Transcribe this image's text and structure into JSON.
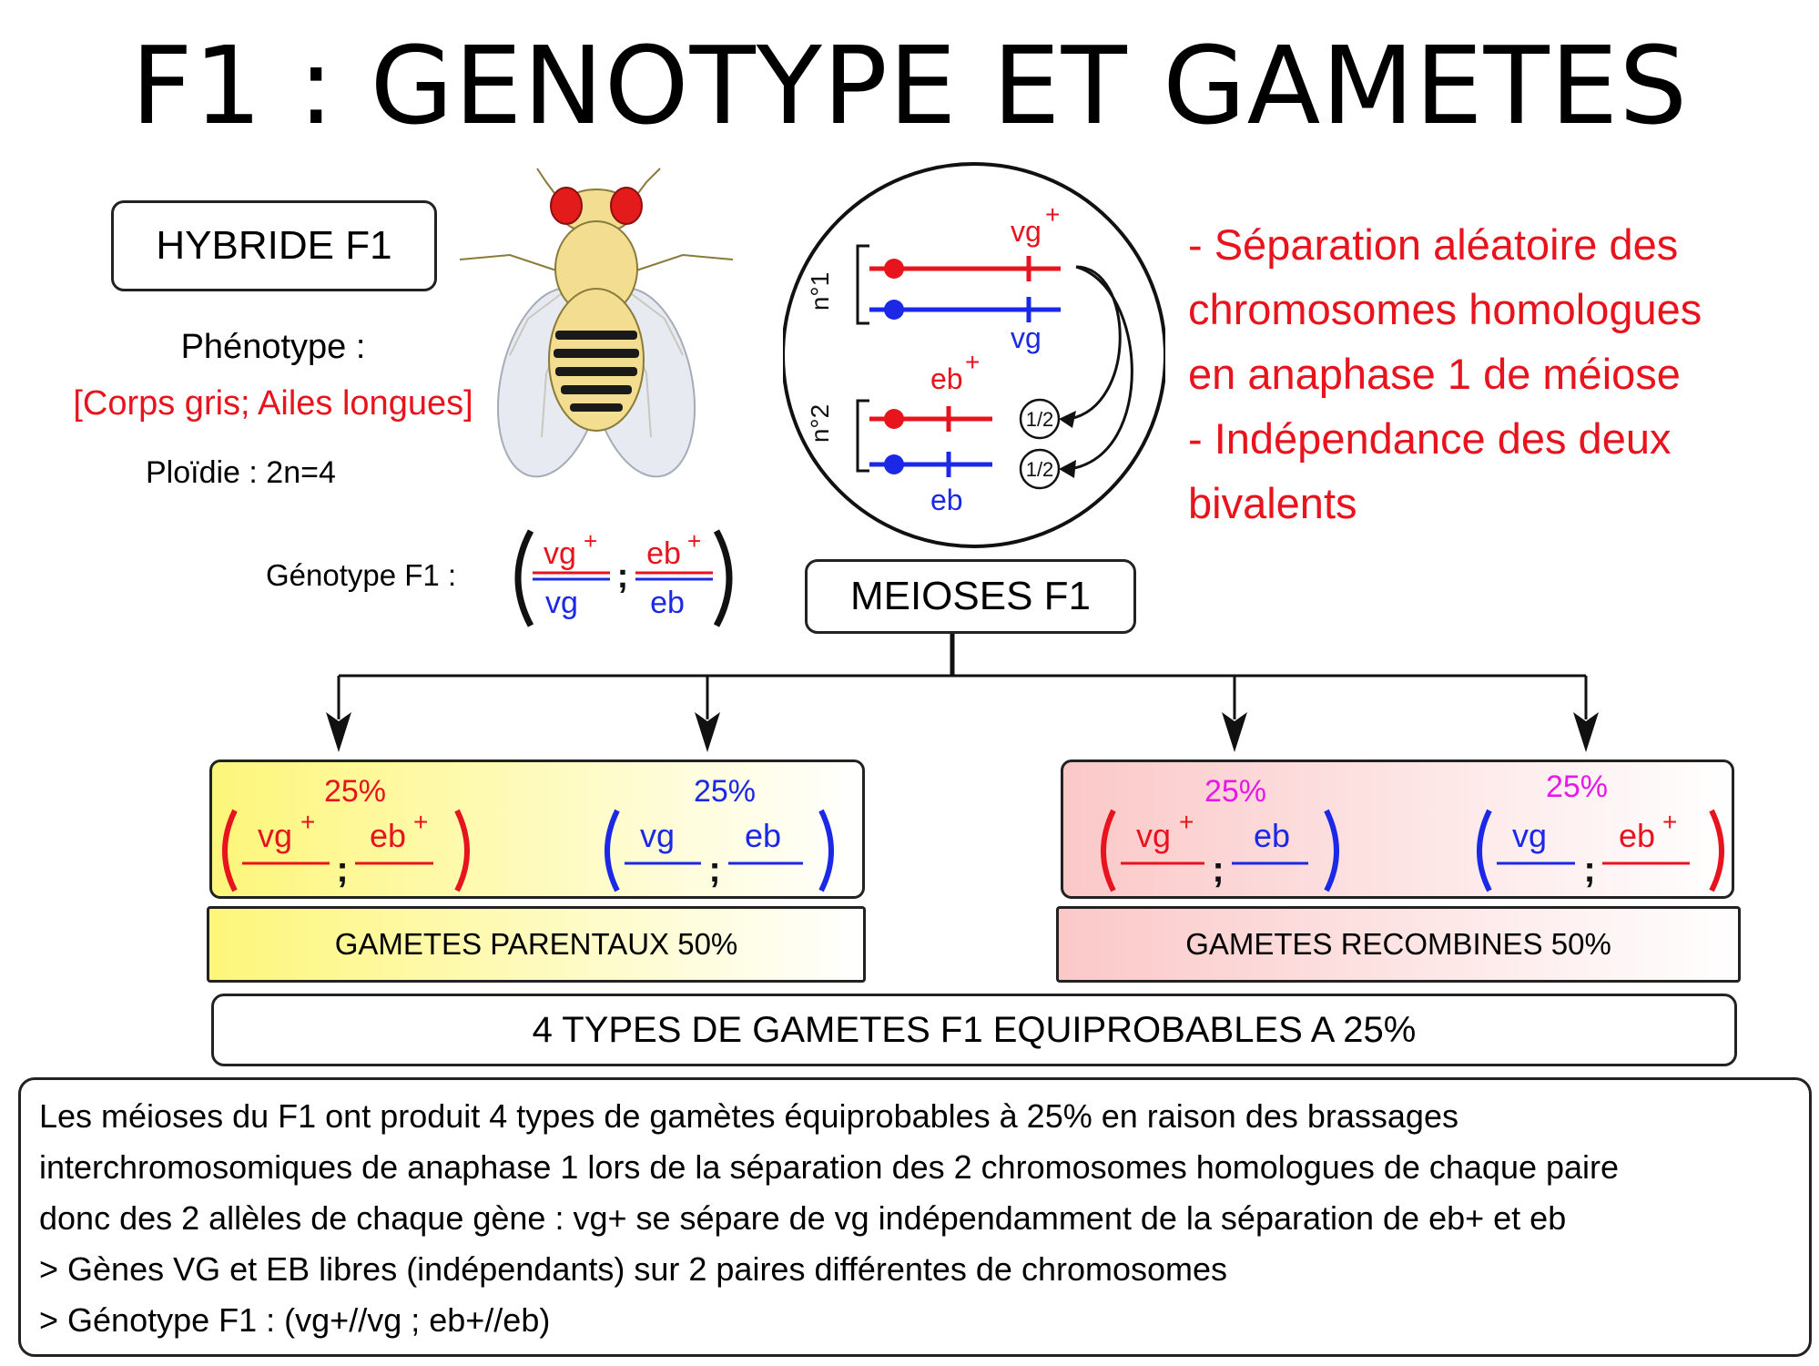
{
  "title": "F1 : GENOTYPE ET GAMETES",
  "hybrid": {
    "box_label": "HYBRIDE F1",
    "phenotype_label": "Phénotype :",
    "phenotype_value": "[Corps gris; Ailes longues]",
    "ploidy": "Ploïdie : 2n=4",
    "genotype_label": "Génotype F1 :",
    "genotype": {
      "top1": "vg",
      "bot1": "vg",
      "top2": "eb",
      "bot2": "eb",
      "sup": "+",
      "sep": ";"
    }
  },
  "cell": {
    "pair1_label": "n°1",
    "pair2_label": "n°2",
    "allele_vg_plus": "vg",
    "allele_vg": "vg",
    "allele_eb_plus": "eb",
    "allele_eb": "eb",
    "sup": "+",
    "half1": "1/2",
    "half2": "1/2"
  },
  "explanation": [
    "- Séparation aléatoire des",
    "chromosomes homologues",
    "en anaphase 1 de méiose",
    "- Indépendance des deux",
    "bivalents"
  ],
  "meioses_label": "MEIOSES F1",
  "gametes": [
    {
      "pct": "25%",
      "a": "vg",
      "a_plus": "+",
      "b": "eb",
      "b_plus": "+",
      "sep": ";"
    },
    {
      "pct": "25%",
      "a": "vg",
      "b": "eb",
      "sep": ";"
    },
    {
      "pct": "25%",
      "a": "vg",
      "a_plus": "+",
      "b": "eb",
      "sep": ";"
    },
    {
      "pct": "25%",
      "a": "vg",
      "b": "eb",
      "b_plus": "+",
      "sep": ";"
    }
  ],
  "parental_label": "GAMETES PARENTAUX 50%",
  "recombined_label": "GAMETES RECOMBINES 50%",
  "types_label": "4 TYPES DE GAMETES F1 EQUIPROBABLES A 25%",
  "conclusion": [
    "Les méioses du F1 ont produit 4 types de gamètes équiprobables à 25% en raison des brassages",
    "interchromosomiques de anaphase 1 lors de la séparation des 2 chromosomes homologues de chaque paire",
    "donc des 2 allèles de chaque gène : vg+ se sépare de vg indépendamment de la séparation de eb+ et eb",
    "> Gènes VG et EB libres (indépendants) sur 2 paires différentes de chromosomes",
    "> Génotype F1 : (vg+//vg ; eb+//eb)"
  ],
  "colors": {
    "red": "#e8141d",
    "blue": "#1b28e6",
    "magenta": "#e818e8",
    "yellow": "#fdf67a",
    "pink": "#fbc8c8"
  }
}
